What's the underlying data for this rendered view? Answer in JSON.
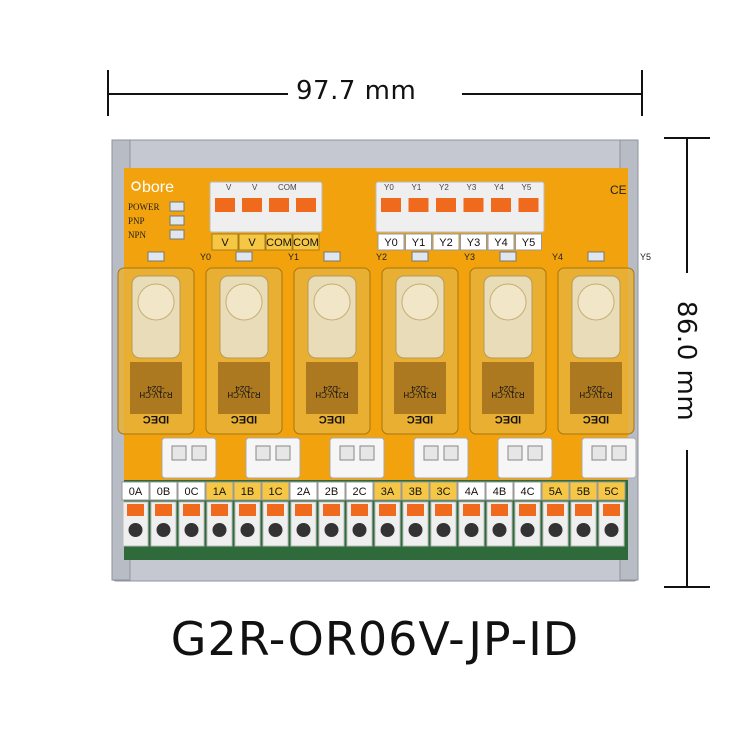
{
  "dimensions": {
    "width_label": "97.7 mm",
    "height_label": "86.0 mm"
  },
  "model_name": "G2R-OR06V-JP-ID",
  "board": {
    "brand": "bore",
    "ce_mark": "CE",
    "indicators": [
      "POWER",
      "PNP",
      "NPN"
    ],
    "power_terminals": [
      "V",
      "V",
      "COM",
      "COM"
    ],
    "power_header": [
      "V",
      "V",
      "COM"
    ],
    "output_terminals": [
      "Y0",
      "Y1",
      "Y2",
      "Y3",
      "Y4",
      "Y5"
    ],
    "relay_channel_marks": [
      "Y0",
      "Y1",
      "Y2",
      "Y3",
      "Y4",
      "Y5"
    ],
    "relay_model": "RJ1V-CH",
    "relay_coil": "-D24",
    "relay_brand": "IDEC",
    "bottom_terminals": [
      "0A",
      "0B",
      "0C",
      "1A",
      "1B",
      "1C",
      "2A",
      "2B",
      "2C",
      "3A",
      "3B",
      "3C",
      "4A",
      "4B",
      "4C",
      "5A",
      "5B",
      "5C"
    ],
    "colors": {
      "pcb": "#f2a20c",
      "rail": "#c5c8d0",
      "relay_shell": "#e8b23a",
      "relay_core": "#e9dcb8",
      "terminal_orange": "#f06a1d",
      "label_yellow": "#f6c745"
    }
  }
}
